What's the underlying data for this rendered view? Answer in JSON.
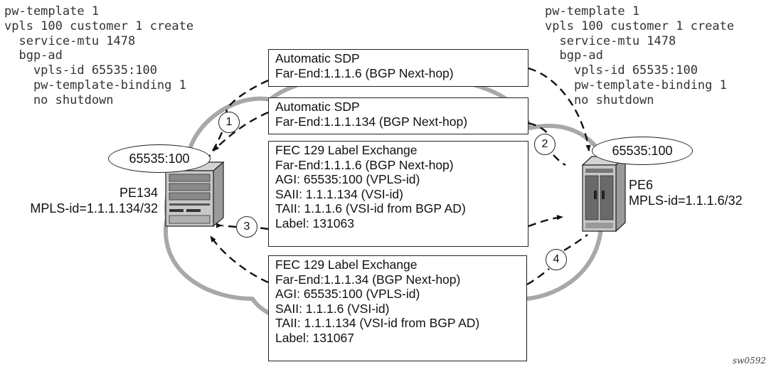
{
  "config_left": {
    "lines": [
      "pw-template 1",
      "vpls 100 customer 1 create",
      "  service-mtu 1478",
      "  bgp-ad",
      "    vpls-id 65535:100",
      "    pw-template-binding 1",
      "    no shutdown"
    ]
  },
  "config_right": {
    "lines": [
      "pw-template 1",
      "vpls 100 customer 1 create",
      "  service-mtu 1478",
      "  bgp-ad",
      "    vpls-id 65535:100",
      "    pw-template-binding 1",
      "    no shutdown"
    ]
  },
  "boxes": [
    {
      "lines": [
        "Automatic SDP",
        "Far-End:1.1.1.6 (BGP Next-hop)"
      ]
    },
    {
      "lines": [
        "Automatic SDP",
        "Far-End:1.1.1.134 (BGP Next-hop)"
      ]
    },
    {
      "lines": [
        "FEC 129 Label Exchange",
        "Far-End:1.1.1.6 (BGP Next-hop)",
        "AGI: 65535:100 (VPLS-id)",
        "SAII: 1.1.1.134 (VSI-id)",
        "TAII: 1.1.1.6 (VSI-id from BGP AD)",
        "Label: 131063"
      ]
    },
    {
      "lines": [
        "FEC 129 Label Exchange",
        "Far-End:1.1.1.34 (BGP Next-hop)",
        "AGI: 65535:100 (VPLS-id)",
        "SAII: 1.1.1.6 (VSI-id)",
        "TAII: 1.1.1.134 (VSI-id from BGP AD)",
        "Label: 131067"
      ]
    }
  ],
  "routers": {
    "left": {
      "vpls_id": "65535:100",
      "name": "PE134",
      "mpls_id": "MPLS-id=1.1.1.134/32",
      "icon": "router-chassis-icon"
    },
    "right": {
      "vpls_id": "65535:100",
      "name": "PE6",
      "mpls_id": "MPLS-id=1.1.1.6/32",
      "icon": "router-chassis-icon"
    }
  },
  "steps": [
    "1",
    "2",
    "3",
    "4"
  ],
  "figure_id": "sw0592",
  "colors": {
    "cloud": "#a8a8a8",
    "line": "#111111",
    "chassis": "#c8c8c8",
    "chassis_dark": "#555555"
  }
}
